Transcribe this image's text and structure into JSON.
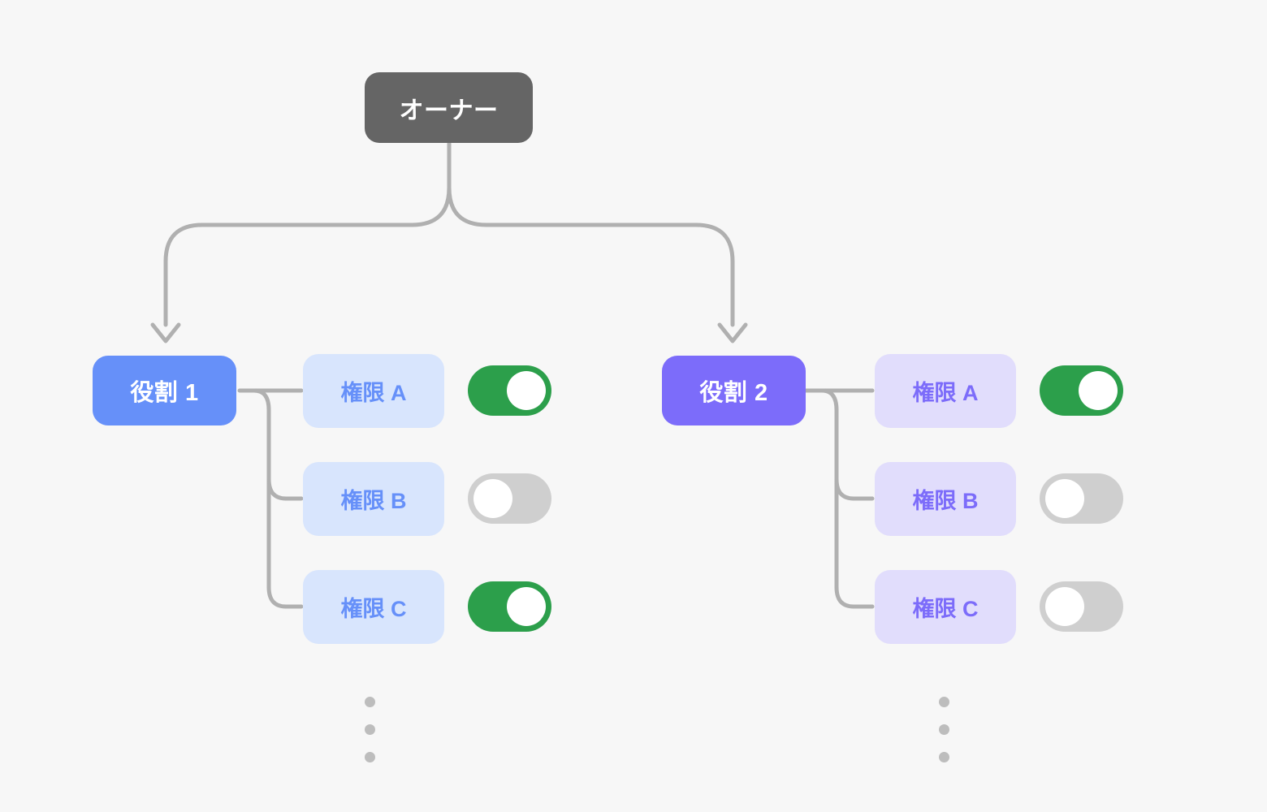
{
  "diagram": {
    "background_color": "#f7f7f7",
    "edge_color": "#b0b0b0",
    "root": {
      "label": "オーナー",
      "color": "#656565",
      "text_color": "#ffffff"
    },
    "branches": [
      {
        "role": {
          "label": "役割 1",
          "color": "#6690f9",
          "text_color": "#ffffff"
        },
        "chip_bg": "#d8e5fd",
        "chip_text": "#6690f9",
        "permissions": [
          {
            "label": "権限 A",
            "enabled": true,
            "state_label": "ON"
          },
          {
            "label": "権限 B",
            "enabled": false,
            "state_label": "OFF"
          },
          {
            "label": "権限 C",
            "enabled": true,
            "state_label": "ON"
          }
        ],
        "more_indicator": "⋮"
      },
      {
        "role": {
          "label": "役割 2",
          "color": "#7c6cfa",
          "text_color": "#ffffff"
        },
        "chip_bg": "#e1ddfc",
        "chip_text": "#7c6cfa",
        "permissions": [
          {
            "label": "権限 A",
            "enabled": true,
            "state_label": "ON"
          },
          {
            "label": "権限 B",
            "enabled": false,
            "state_label": "OFF"
          },
          {
            "label": "権限 C",
            "enabled": false,
            "state_label": "OFF"
          }
        ],
        "more_indicator": "⋮"
      }
    ],
    "toggle_colors": {
      "on": "#2c9f4b",
      "off": "#cfcfcf",
      "knob": "#ffffff"
    }
  }
}
